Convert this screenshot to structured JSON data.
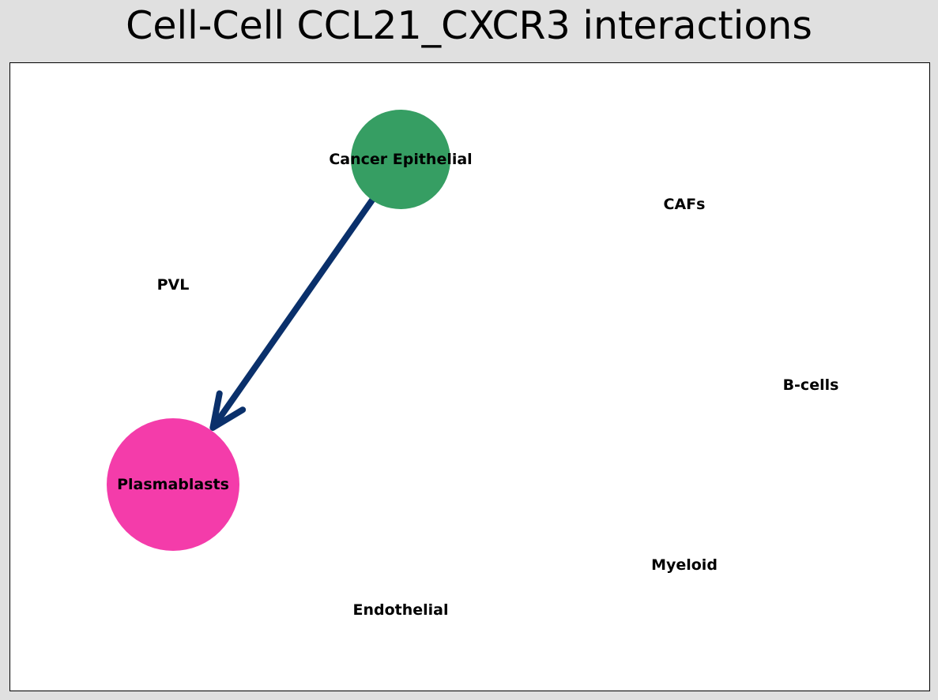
{
  "title": "Cell-Cell CCL21_CXCR3 interactions",
  "colors": {
    "background": "#e0e0e0",
    "panel": "#ffffff",
    "edge": "#0a306b"
  },
  "nodes": [
    {
      "id": "cancer-epithelial",
      "label": "Cancer Epithelial",
      "color": "#369e63",
      "size": "medium"
    },
    {
      "id": "cafs",
      "label": "CAFs",
      "color": null,
      "size": "none"
    },
    {
      "id": "pvl",
      "label": "PVL",
      "color": null,
      "size": "none"
    },
    {
      "id": "b-cells",
      "label": "B-cells",
      "color": null,
      "size": "none"
    },
    {
      "id": "plasmablasts",
      "label": "Plasmablasts",
      "color": "#f43caa",
      "size": "large"
    },
    {
      "id": "myeloid",
      "label": "Myeloid",
      "color": null,
      "size": "none"
    },
    {
      "id": "endothelial",
      "label": "Endothelial",
      "color": null,
      "size": "none"
    }
  ],
  "edges": [
    {
      "source": "cancer-epithelial",
      "target": "plasmablasts",
      "directed": true
    }
  ]
}
